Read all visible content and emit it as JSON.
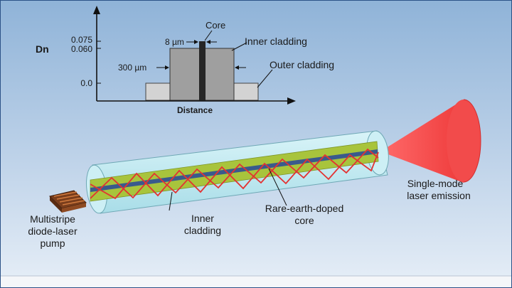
{
  "colors": {
    "background_top": "#8fb3d8",
    "background_bottom": "#dfe9f5",
    "panel_border": "#2c5287",
    "bottom_bar": "#f4f6f9",
    "outer_cladding": "#d3d3d3",
    "inner_cladding": "#9f9f9f",
    "core": "#2b2b2b",
    "fiber_glass": "#bfe9f2",
    "inner_cladding_3d": "#a8c43c",
    "doped_core": "#3a5a8c",
    "laser_ray": "#e33232",
    "emission_cone": "#f04242",
    "pump": "#a05a2c"
  },
  "profile": {
    "axis_y_label": "Dn",
    "axis_x_label": "Distance",
    "y_ticks": [
      "0.075",
      "0.060",
      "0.0"
    ],
    "core_label": "Core",
    "core_width_label": "8 µm",
    "inner_cladding_label": "Inner cladding",
    "inner_width_label": "300 µm",
    "outer_cladding_label": "Outer cladding"
  },
  "fiber": {
    "pump_label": [
      "Multistripe",
      "diode-laser",
      "pump"
    ],
    "inner_cladding_label": [
      "Inner",
      "cladding"
    ],
    "core_label": [
      "Rare-earth-doped",
      "core"
    ],
    "emission_label": [
      "Single-mode",
      "laser emission"
    ]
  }
}
